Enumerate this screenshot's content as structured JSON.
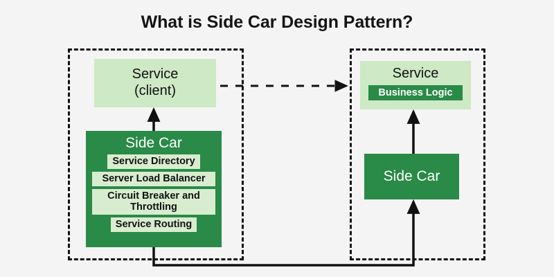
{
  "page": {
    "title": "What is Side Car Design Pattern?",
    "background_color": "#f4f4f4"
  },
  "colors": {
    "light_green": "#cde9c5",
    "dark_green": "#2a8a47",
    "feature_bg": "#d8edcf",
    "line": "#111111",
    "text_dark": "#111111",
    "text_light": "#ffffff"
  },
  "left_panel": {
    "name": "client-side-boundary",
    "border_style": "dashed",
    "service": {
      "line1": "Service",
      "line2": "(client)"
    },
    "sidecar": {
      "heading": "Side Car",
      "features": [
        "Service Directory",
        "Server Load Balancer",
        "Circuit Breaker and Throttling",
        "Service Routing"
      ]
    }
  },
  "right_panel": {
    "name": "server-side-boundary",
    "border_style": "dashed",
    "service": {
      "title": "Service",
      "inner_box": "Business Logic"
    },
    "sidecar": {
      "heading": "Side Car"
    }
  },
  "connectors": [
    {
      "name": "client-service-to-remote-service",
      "style": "dashed",
      "direction": "left-to-right",
      "arrowhead": true
    },
    {
      "name": "left-sidecar-to-client-service",
      "style": "solid",
      "direction": "upward",
      "arrowhead": true
    },
    {
      "name": "right-sidecar-to-remote-service",
      "style": "solid",
      "direction": "upward",
      "arrowhead": true
    },
    {
      "name": "left-sidecar-to-right-sidecar",
      "style": "solid",
      "direction": "down-across-up",
      "arrowhead": true
    }
  ]
}
